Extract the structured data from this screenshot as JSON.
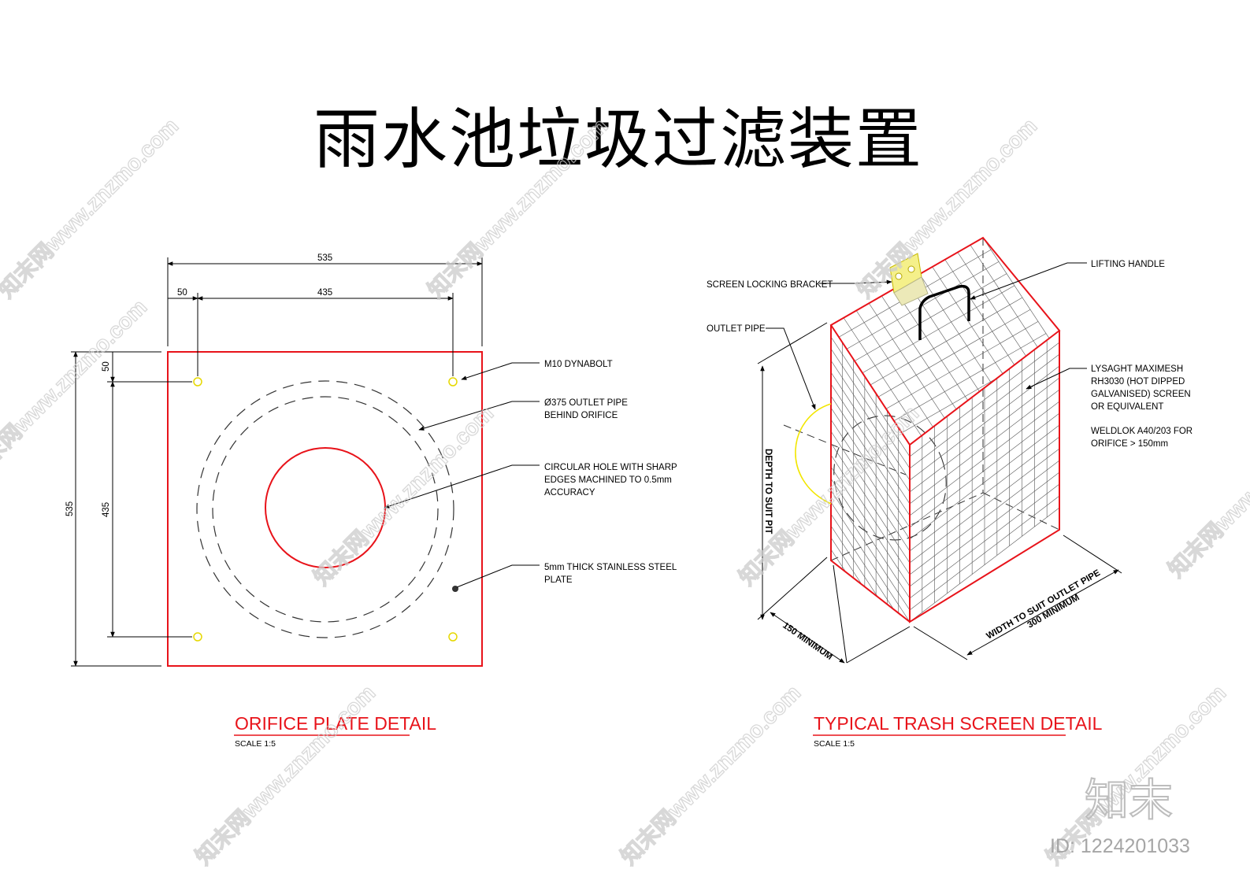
{
  "title": "雨水池垃圾过滤装置",
  "orifice_plate": {
    "header": "ORIFICE PLATE DETAIL",
    "scale": "SCALE 1:5",
    "dims": {
      "width_total": "535",
      "edge_offset": "50",
      "bolt_spacing": "435",
      "height_total": "535",
      "edge_offset_v": "50",
      "bolt_spacing_v": "435"
    },
    "notes": {
      "bolt": "M10 DYNABOLT",
      "outlet_1": "Ø375 OUTLET PIPE",
      "outlet_2": "BEHIND ORIFICE",
      "hole_1": "CIRCULAR HOLE WITH SHARP",
      "hole_2": "EDGES MACHINED TO 0.5mm",
      "hole_3": "ACCURACY",
      "plate_1": "5mm THICK STAINLESS STEEL",
      "plate_2": "PLATE"
    }
  },
  "trash_screen": {
    "header": "TYPICAL TRASH SCREEN DETAIL",
    "scale": "SCALE 1:5",
    "notes": {
      "bracket": "SCREEN LOCKING BRACKET",
      "outlet": "OUTLET PIPE",
      "handle": "LIFTING HANDLE",
      "mesh_1": "LYSAGHT MAXIMESH",
      "mesh_2": "RH3030 (HOT DIPPED",
      "mesh_3": "GALVANISED) SCREEN",
      "mesh_4": "OR EQUIVALENT",
      "weld_1": "WELDLOK A40/203 FOR",
      "weld_2": "ORIFICE > 150mm"
    },
    "dims": {
      "depth": "DEPTH TO SUIT PIT",
      "min150": "150 MINIMUM",
      "width_1": "WIDTH TO SUIT OUTLET PIPE",
      "width_2": "300 MINIMUM"
    }
  },
  "watermark": {
    "text": "知末网www.znzmo.com",
    "logo": "知末",
    "id": "ID: 1224201033"
  },
  "colors": {
    "detail_red": "#e8131a",
    "bolt_yellow": "#f2e600",
    "bracket_yellow": "#f5f08a"
  }
}
